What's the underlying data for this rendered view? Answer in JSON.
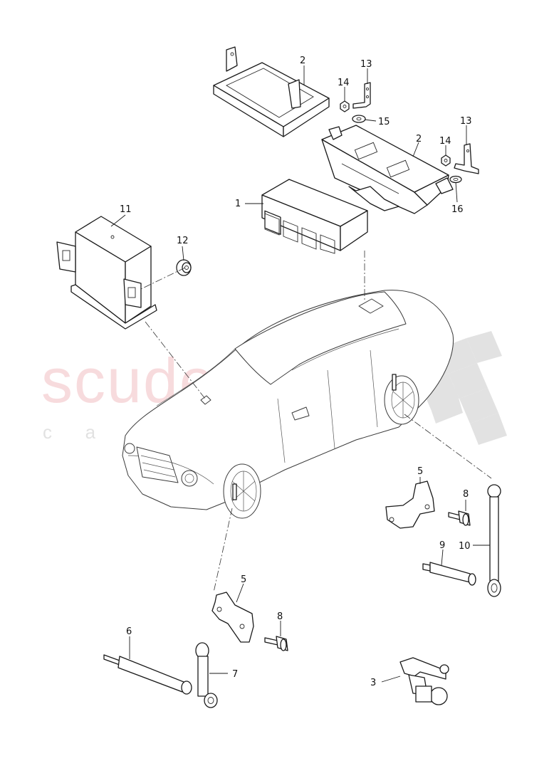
{
  "watermark": {
    "brand": "scuderia",
    "tagline": "c a r p a r t s"
  },
  "callouts": [
    {
      "id": "c1",
      "label": "1"
    },
    {
      "id": "c2a",
      "label": "2"
    },
    {
      "id": "c2b",
      "label": "2"
    },
    {
      "id": "c3",
      "label": "3"
    },
    {
      "id": "c5a",
      "label": "5"
    },
    {
      "id": "c5b",
      "label": "5"
    },
    {
      "id": "c6",
      "label": "6"
    },
    {
      "id": "c7",
      "label": "7"
    },
    {
      "id": "c8a",
      "label": "8"
    },
    {
      "id": "c8b",
      "label": "8"
    },
    {
      "id": "c9",
      "label": "9"
    },
    {
      "id": "c10",
      "label": "10"
    },
    {
      "id": "c11",
      "label": "11"
    },
    {
      "id": "c12",
      "label": "12"
    },
    {
      "id": "c13a",
      "label": "13"
    },
    {
      "id": "c13b",
      "label": "13"
    },
    {
      "id": "c14a",
      "label": "14"
    },
    {
      "id": "c14b",
      "label": "14"
    },
    {
      "id": "c15",
      "label": "15"
    },
    {
      "id": "c16",
      "label": "16"
    }
  ]
}
